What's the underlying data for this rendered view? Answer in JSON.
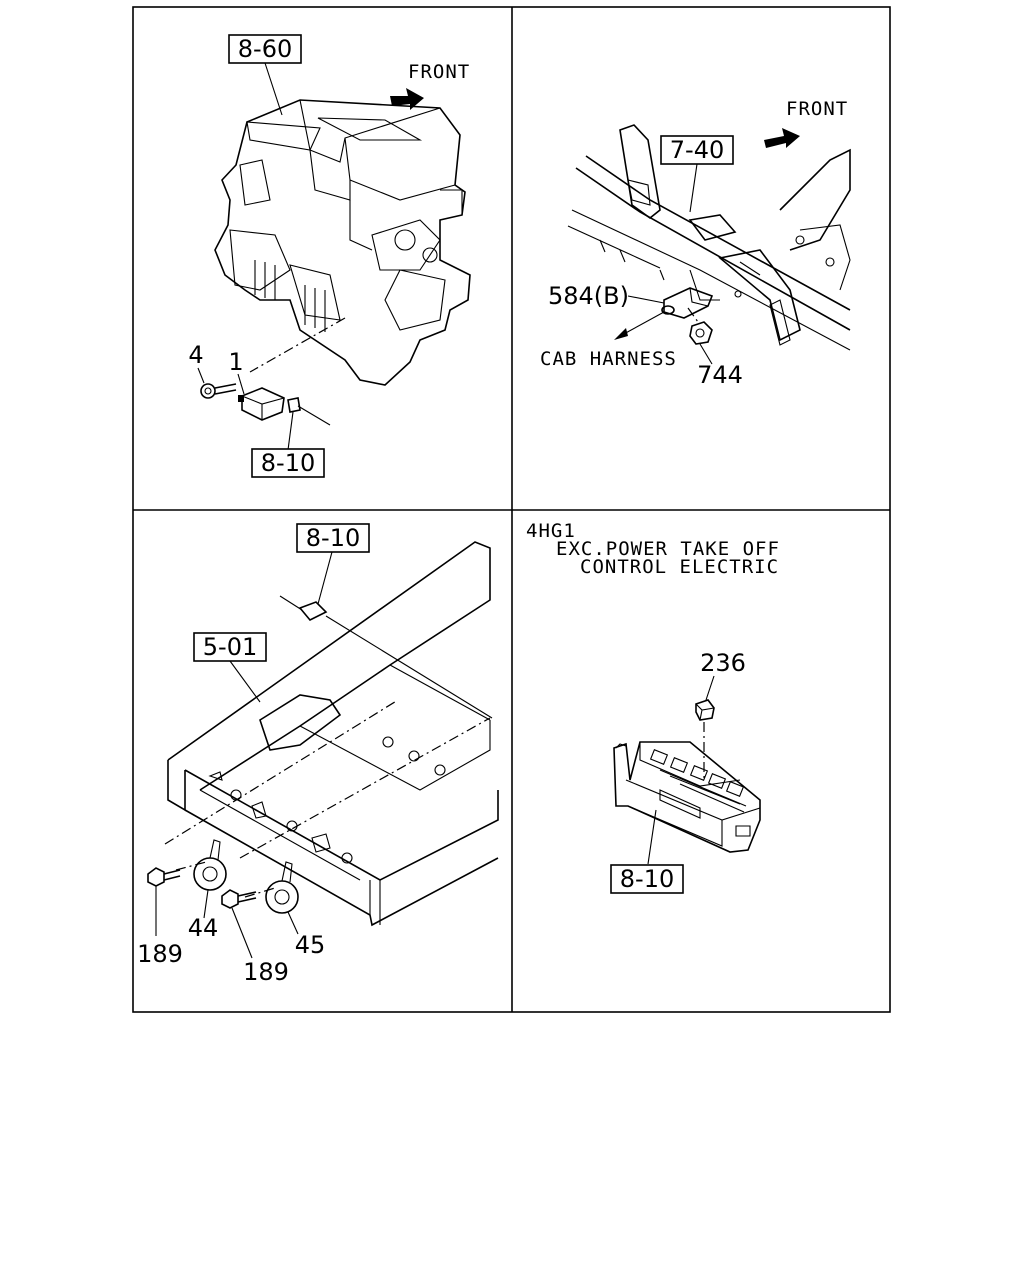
{
  "panels": {
    "top_left": {
      "ref_box_top": "8-60",
      "front_label": "FRONT",
      "part_1": "1",
      "part_4": "4",
      "ref_box_bottom": "8-10"
    },
    "top_right": {
      "ref_box": "7-40",
      "front_label": "FRONT",
      "part_584": "584(B)",
      "cab_harness": "CAB HARNESS",
      "part_744": "744"
    },
    "bottom_left": {
      "ref_box_top": "8-10",
      "ref_box_frame": "5-01",
      "part_189_a": "189",
      "part_44": "44",
      "part_189_b": "189",
      "part_45": "45"
    },
    "bottom_right": {
      "engine": "4HG1",
      "condition_line1": "EXC.POWER TAKE OFF",
      "condition_line2": "CONTROL ELECTRIC",
      "part_236": "236",
      "ref_box": "8-10"
    }
  }
}
